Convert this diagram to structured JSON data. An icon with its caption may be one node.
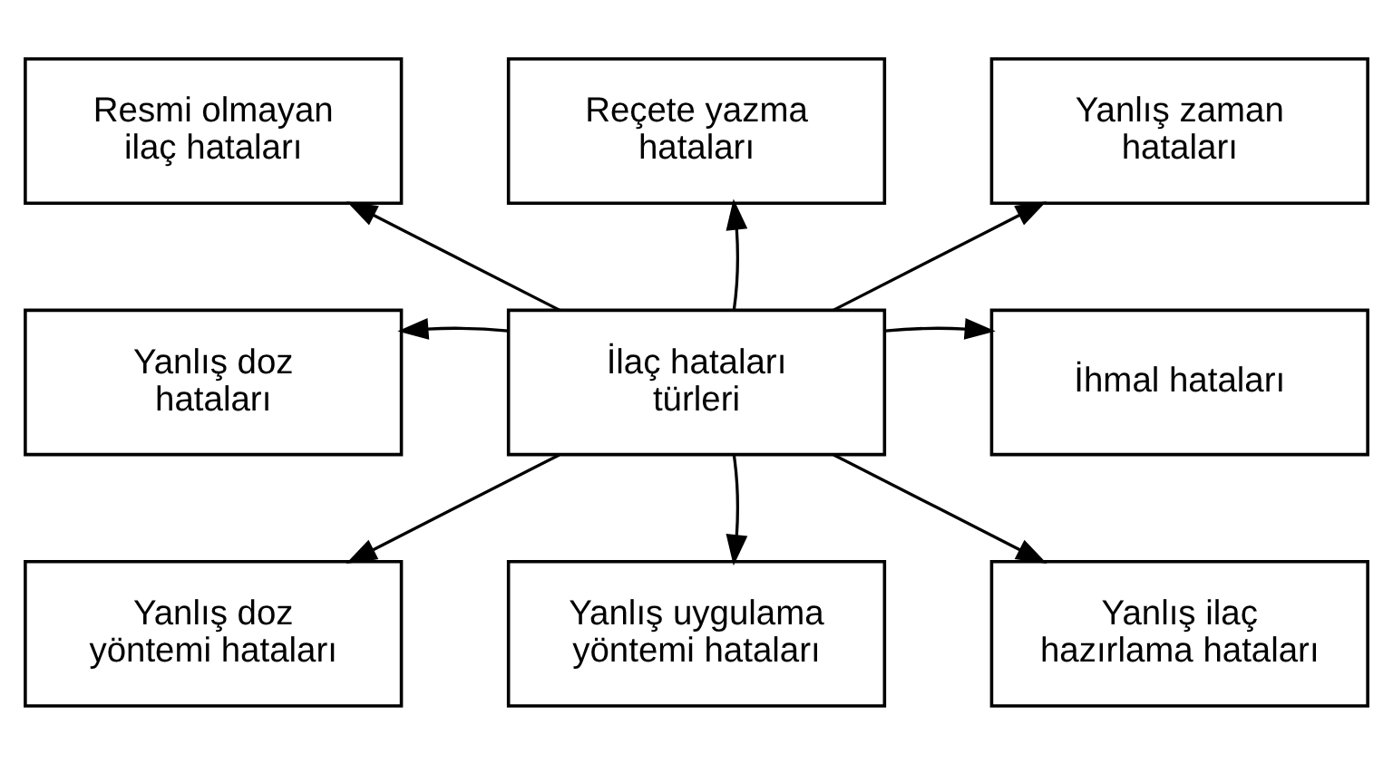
{
  "diagram": {
    "nodes": [
      {
        "text": [
          "Resmi olmayan ilaç hataları"
        ]
      },
      {
        "text": [
          "Reçete yazma hataları"
        ]
      },
      {
        "text": [
          "Yanlış zaman hataları"
        ]
      },
      {
        "text": [
          "Yanlış doz hataları"
        ]
      },
      {
        "text": [
          "İlaç hataları türleri"
        ]
      },
      {
        "text": [
          "İhmal hataları"
        ]
      },
      {
        "text": [
          "Yanlış doz yöntemi hataları"
        ]
      },
      {
        "text": [
          "Yanlış uygulama yöntemi hataları"
        ]
      },
      {
        "text": [
          "Yanlış ilaç hazırlama hataları"
        ]
      }
    ],
    "edges": [
      {
        "from": 4,
        "to": 0,
        "arrow": "to"
      },
      {
        "from": 4,
        "to": 1,
        "arrow": "to"
      },
      {
        "from": 4,
        "to": 2,
        "arrow": "to"
      },
      {
        "from": 4,
        "to": 3,
        "arrow": "to"
      },
      {
        "from": 4,
        "to": 5,
        "arrow": "to"
      },
      {
        "from": 4,
        "to": 6,
        "arrow": "to"
      },
      {
        "from": 4,
        "to": 7,
        "arrow": "to"
      },
      {
        "from": 4,
        "to": 8,
        "arrow": "to"
      }
    ]
  }
}
